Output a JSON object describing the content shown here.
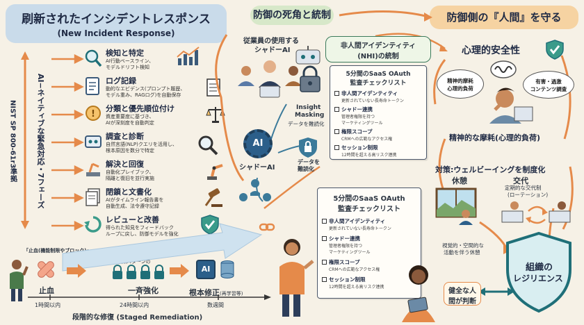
{
  "left_panel": {
    "title": "刷新されたインシデントレスポンス",
    "subtitle": "(New Incident Response)",
    "vertical_nist": "NIST SP 800-61r3準拠",
    "vertical_ai": "AI−ネイティブな緊急対応・7フェーズ",
    "phases": [
      {
        "title": "検知と特定",
        "desc": [
          "AI行動ベースライン、",
          "モデルドリフト検知"
        ],
        "icon": "chart-icon"
      },
      {
        "title": "ログ記録",
        "desc": [
          "動的なエビデンス(プロンプト履歴、",
          "モデル重み、RAGログ)を自動保存"
        ],
        "icon": "document-icon"
      },
      {
        "title": "分類と優先順位付け",
        "desc": [
          "資産重要度に基づき、",
          "AIが深刻度を自動判定"
        ],
        "icon": "scales-icon"
      },
      {
        "title": "調査と診断",
        "desc": [
          "自然言語(NLP)クエリを活用し、",
          "根本原因を数分で特定"
        ],
        "icon": "magnifier-icon"
      },
      {
        "title": "解決と回復",
        "desc": [
          "自動化プレイブック、",
          "隔離と復旧を並行実施"
        ],
        "icon": "robot-arm-icon"
      },
      {
        "title": "閉鎖と文書化",
        "desc": [
          "AIがタイムライン報告書を",
          "自動生成、法令遵守記録"
        ],
        "icon": "gavel-icon"
      },
      {
        "title": "レビューと改善",
        "desc": [
          "得られた知見をフィードバック",
          "ループに戻し、防御モデルを強化"
        ],
        "icon": "shield-check-icon"
      }
    ],
    "remediation": {
      "stop_label": "「止血(機能制限やブロック)」",
      "similar_label": "類似パターンの",
      "steps": [
        "止血",
        "一斉強化",
        "根本修正"
      ],
      "step3_note": "(再学習等)",
      "times": [
        "1時間以内",
        "24時間以内",
        "数週間"
      ],
      "footer": "段階的な修復 (Staged Remediation)",
      "ai_label": "AI"
    }
  },
  "middle_panel": {
    "title": "防御の死角と統制",
    "shadow_ai_heading": [
      "従業員の使用する",
      "シャドーAI"
    ],
    "nhi_heading": [
      "非人間アイデンティティ",
      "(NHI)の統制"
    ],
    "insight_masking": [
      "Insight",
      "Masking"
    ],
    "data_anonymize_1": "データを難読化",
    "shadow_ai_label": "シャドーAI",
    "data_label": [
      "データを",
      "難読化"
    ],
    "ai_chip": "AI",
    "checklist_top": {
      "title": [
        "5分間のSaaS OAuth",
        "監査チェックリスト"
      ],
      "items": [
        {
          "title": "非人間アイデンティティ",
          "sub": [
            "更新されていない長寿命トークン"
          ]
        },
        {
          "title": "シャドー連携",
          "sub": [
            "管理者権限を持つ",
            "マーケティングツール"
          ]
        },
        {
          "title": "権限スコープ",
          "sub": [
            "CRMへの広範なアクセス権"
          ]
        },
        {
          "title": "セッション制限",
          "sub": [
            "12時間を超える高リスク連携"
          ]
        }
      ]
    },
    "checklist_bottom": {
      "title": [
        "5分間のSaaS OAuth",
        "監査チェックリスト"
      ],
      "items": [
        {
          "title": "非人間アイデンティティ",
          "sub": [
            "更新されていない長寿命トークン"
          ]
        },
        {
          "title": "シャドー連携",
          "sub": [
            "管理者権限を持つ",
            "マーケティングツール"
          ]
        },
        {
          "title": "権限スコープ",
          "sub": [
            "CRMへの広範なアクセス権"
          ]
        },
        {
          "title": "セッション制限",
          "sub": [
            "12時間を超える高リスク連携"
          ]
        }
      ]
    }
  },
  "right_panel": {
    "title": "防御側の『人間』を守る",
    "safety": "心理的安全性",
    "bubble1": [
      "精神的摩耗",
      "心理的負荷"
    ],
    "bubble2": [
      "有害・過激",
      "コンテンツ調査"
    ],
    "burnout": "精神的な摩耗(心理的負荷)",
    "measure": "対策:ウェルビーイングを制度化",
    "rest": "休憩",
    "shift_title": "交代",
    "shift_desc": [
      "定期的な交代制",
      "(ローテーション)"
    ],
    "rest_desc": [
      "視覚的・空間的な",
      "活動を伴う休憩"
    ],
    "resilience": [
      "組織の",
      "レジリエンス"
    ],
    "human_judgment": [
      "健全な人",
      "間が判断"
    ]
  },
  "colors": {
    "left_header": "#c9dbea",
    "middle_header": "#d7e8c9",
    "right_header": "#f6d3a2",
    "arrow_orange": "#e58a4a",
    "teal": "#1f6f78",
    "shield_green": "#3b9b8a"
  }
}
